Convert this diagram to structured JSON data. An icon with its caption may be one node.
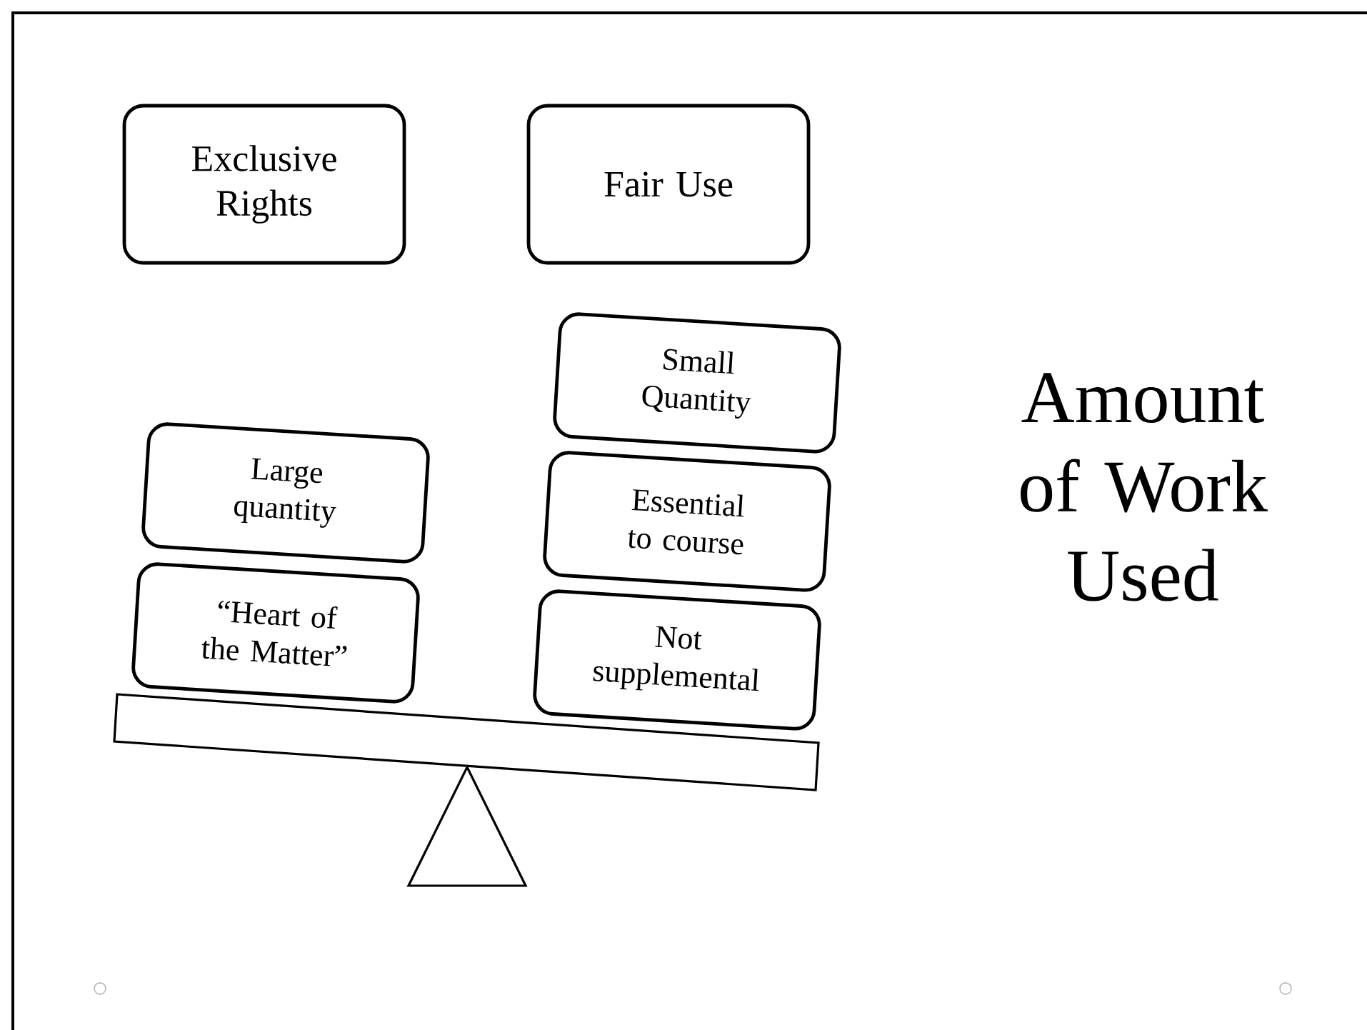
{
  "diagram": {
    "nodes": [
      {
        "text": [
          "Exclusive Rights"
        ]
      },
      {
        "text": [
          "Fair Use"
        ]
      },
      {
        "text": [
          "Large quantity"
        ]
      },
      {
        "text": [
          "“Heart  of the Matter”"
        ]
      },
      {
        "text": [
          "Small Quantity"
        ]
      },
      {
        "text": [
          "Essential to course"
        ]
      },
      {
        "text": [
          "Not supplemental"
        ]
      }
    ],
    "labels": [
      "Amount of Work Used"
    ]
  }
}
